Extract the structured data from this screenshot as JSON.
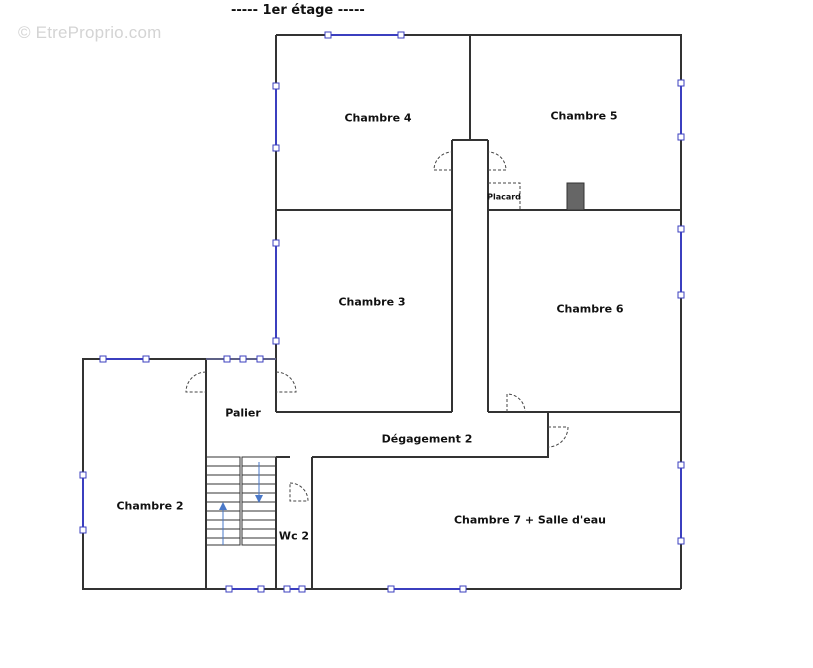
{
  "watermark": "© EtreProprio.com",
  "floor_title": "-----  1er étage  -----",
  "rooms": {
    "chambre_4": "Chambre 4",
    "chambre_5": "Chambre 5",
    "chambre_3": "Chambre 3",
    "chambre_6": "Chambre 6",
    "placard": "Placard",
    "palier": "Palier",
    "degagement_2": "Dégagement 2",
    "chambre_2": "Chambre 2",
    "wc_2": "Wc 2",
    "chambre_7": "Chambre 7 + Salle d'eau"
  },
  "colors": {
    "wall": "#333333",
    "window": "#3b3fbf",
    "stair_arrow": "#4a78c8",
    "chimney": "#666666"
  }
}
